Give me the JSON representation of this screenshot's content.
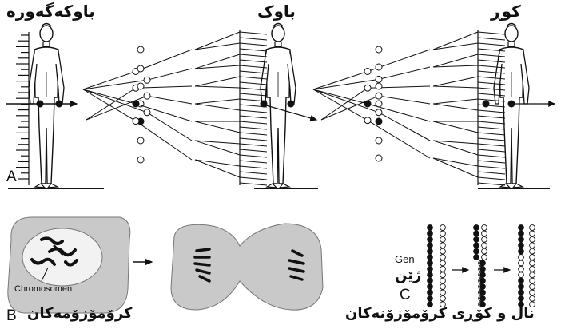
{
  "top": {
    "grandfather": "باوکەگەورە",
    "father": "باوک",
    "son": "کوڕ",
    "panel_label": "A"
  },
  "bottom": {
    "panel_label_b": "B",
    "panel_label_c": "C",
    "chromosomen": "Chromosomen",
    "chromosomes_kurdish": "کرۆمۆزۆمەکان",
    "gen_label": "Gen",
    "gen_kurdish": "ژێن",
    "caption_c": "ناڵ و کۆڕی کرۆمۆزۆنەکان"
  },
  "colors": {
    "ink": "#111111",
    "cell_fill": "#c9c9c9",
    "inner_fill": "#f2f2f2",
    "open_bead": "#ffffff",
    "filled_bead": "#111111"
  }
}
